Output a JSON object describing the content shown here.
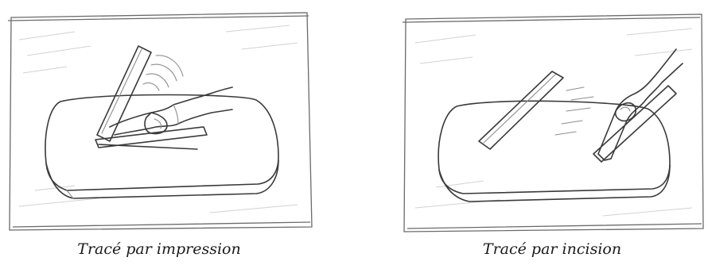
{
  "panels": [
    {
      "id": "left",
      "caption": "Tracé par impression",
      "illustration": "pencil sketch: hand pressing a ruler edge into a clay slab"
    },
    {
      "id": "right",
      "caption": "Tracé par incision",
      "illustration": "pencil sketch: hand drawing a blade along a ruler across a clay slab"
    }
  ]
}
